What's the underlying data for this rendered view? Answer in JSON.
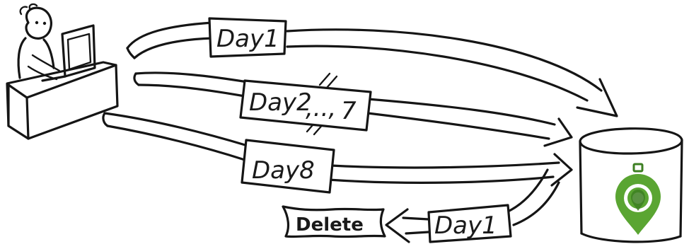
{
  "labels": {
    "day1_top": "Day1",
    "day2_7_left": "Day2",
    "day2_7_mid": ",..,",
    "day2_7_right": "7",
    "day8": "Day8",
    "day1_bottom": "Day1",
    "delete": "Delete"
  },
  "icons": {
    "user": "person-at-desk-icon",
    "database": "database-cylinder-icon",
    "logo": "green-location-pin-icon"
  },
  "colors": {
    "ink": "#151515",
    "logo_green": "#5aa532",
    "logo_dark_green": "#3d7f22"
  }
}
